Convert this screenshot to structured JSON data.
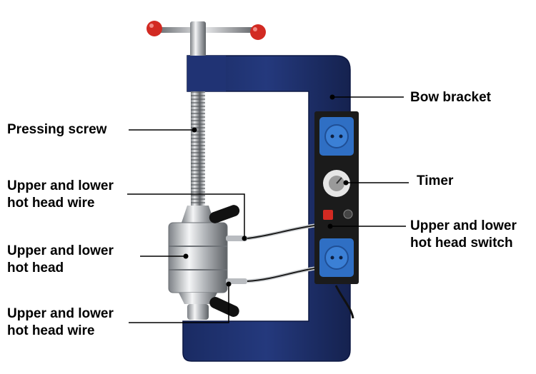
{
  "labels": {
    "bow_bracket": "Bow bracket",
    "pressing_screw": "Pressing screw",
    "timer": "Timer",
    "upper_wire_top": {
      "line1": "Upper and lower",
      "line2": "hot head wire"
    },
    "upper_switch": {
      "line1": "Upper and lower",
      "line2": "hot head switch"
    },
    "hot_head": {
      "line1": "Upper and lower",
      "line2": "hot head"
    },
    "upper_wire_bottom": {
      "line1": "Upper and lower",
      "line2": "hot head wire"
    }
  },
  "colors": {
    "frame": "#1c2f6b",
    "frame_shadow": "#0f1c45",
    "steel": "#c9ccd0",
    "knob": "#d22a22",
    "socket": "#2f6fc4",
    "panel": "#1b1b1b",
    "leader": "#000000"
  }
}
